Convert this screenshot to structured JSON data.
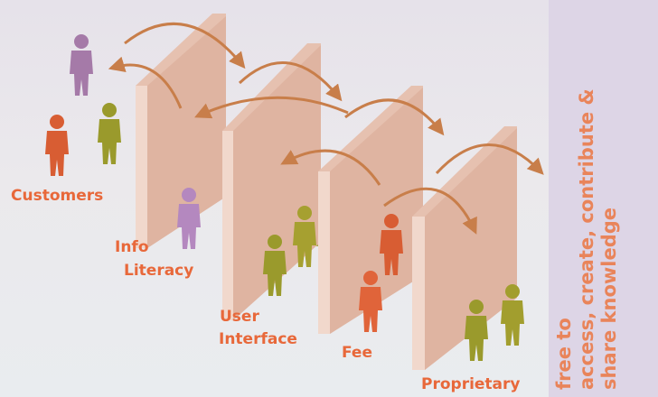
{
  "labels": {
    "customers": "Customers",
    "info_literacy": [
      "Info",
      "Literacy"
    ],
    "user_interface": [
      "User",
      "Interface"
    ],
    "fee": "Fee",
    "proprietary": "Proprietary"
  },
  "side_panel": {
    "lines": [
      "free to",
      "access, create, contribute &",
      "share knowledge"
    ]
  },
  "colors": {
    "label": "#e8683a",
    "side_text": "#e9845a",
    "wall": "#e8c5b6",
    "arrow": "#c87e4a",
    "person_purple": "#a57aa8",
    "person_orange": "#d85d33",
    "person_olive": "#9a9a2c",
    "person_lavender": "#b488bf"
  }
}
